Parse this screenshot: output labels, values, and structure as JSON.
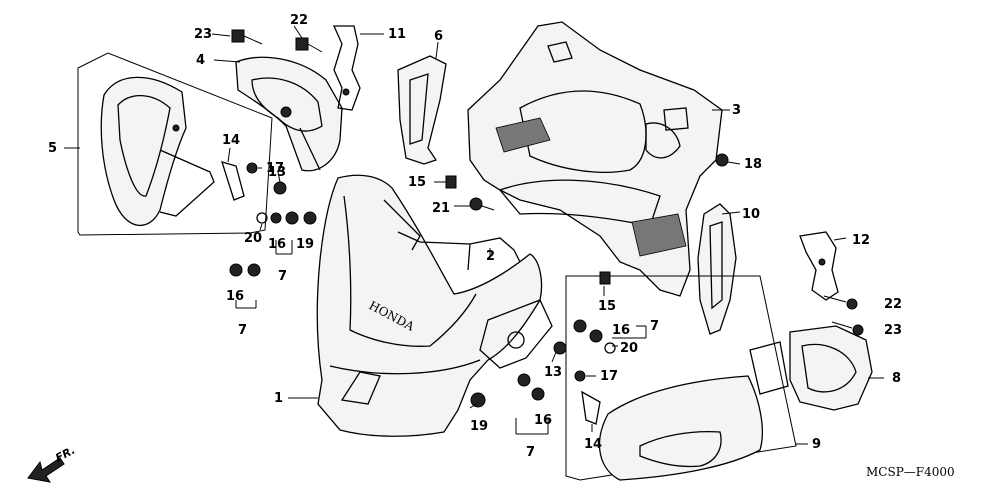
{
  "diagram": {
    "callouts": {
      "c1": "1",
      "c2": "2",
      "c3": "3",
      "c4": "4",
      "c5": "5",
      "c6": "6",
      "c7a": "7",
      "c7b": "7",
      "c7c": "7",
      "c7d": "7",
      "c8": "8",
      "c9": "9",
      "c10": "10",
      "c11": "11",
      "c12": "12",
      "c13a": "13",
      "c13b": "13",
      "c14a": "14",
      "c14b": "14",
      "c15a": "15",
      "c15b": "15",
      "c16a": "16",
      "c16b": "16",
      "c16c": "16",
      "c16d": "16",
      "c17a": "17",
      "c17b": "17",
      "c18": "18",
      "c19a": "19",
      "c19b": "19",
      "c20a": "20",
      "c20b": "20",
      "c21": "21",
      "c22a": "22",
      "c22b": "22",
      "c23a": "23",
      "c23b": "23"
    },
    "brand_mark": "HONDA",
    "direction_label": "FR.",
    "diagram_code": "MCSP—F4000"
  }
}
